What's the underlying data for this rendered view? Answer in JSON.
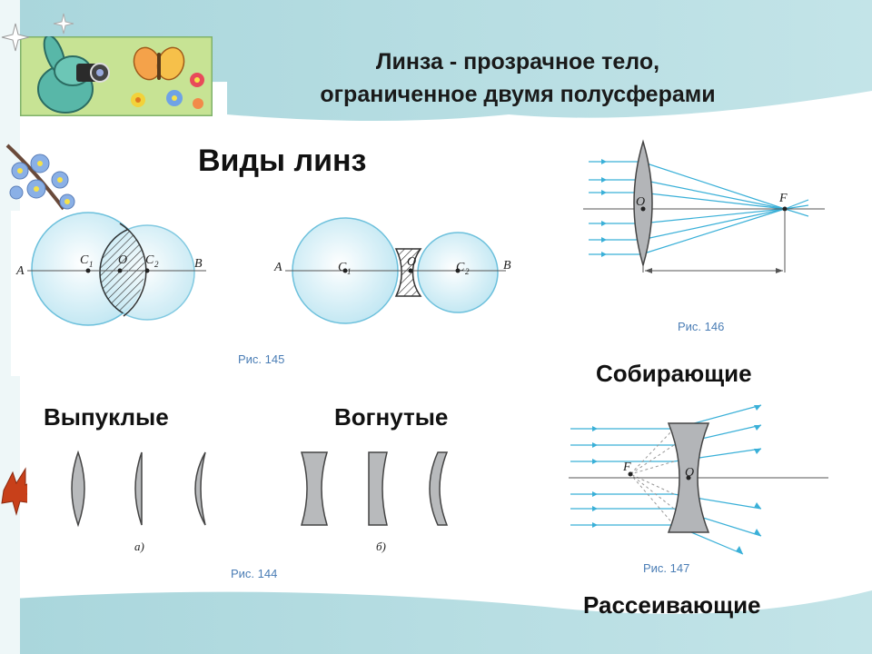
{
  "slide": {
    "title_line1": "Линза - прозрачное тело,",
    "title_line2": "ограниченное двумя полусферами",
    "heading": "Виды линз"
  },
  "labels": {
    "convex": "Выпуклые",
    "concave": "Вогнутые",
    "converging": "Собирающие",
    "diverging": "Рассеивающие"
  },
  "figures": {
    "fig145": {
      "caption": "Рис. 145",
      "left": {
        "a": "A",
        "c1": "C",
        "c1_sub": "1",
        "o": "O",
        "c2": "C",
        "c2_sub": "2",
        "b": "B"
      },
      "right": {
        "a": "A",
        "c1": "C",
        "c1_sub": "1",
        "o": "O",
        "c2": "C",
        "c2_sub": "2",
        "b": "B"
      }
    },
    "fig144": {
      "caption": "Рис. 144",
      "a": "а)",
      "b": "б)"
    },
    "fig146": {
      "caption": "Рис. 146",
      "o": "O",
      "f": "F"
    },
    "fig147": {
      "caption": "Рис. 147",
      "o": "O",
      "f": "F"
    }
  },
  "colors": {
    "band": "#b6dde3",
    "lens_fill": "#b8babc",
    "ray": "#3ab0d8",
    "circle_fill": "#d4eef6",
    "circle_stroke": "#6cc0dc",
    "caption": "#4a7db5"
  },
  "decorations": [
    "bunny-with-camera-image",
    "butterfly-image",
    "flowers-image",
    "forget-me-not-branch",
    "autumn-leaf"
  ]
}
